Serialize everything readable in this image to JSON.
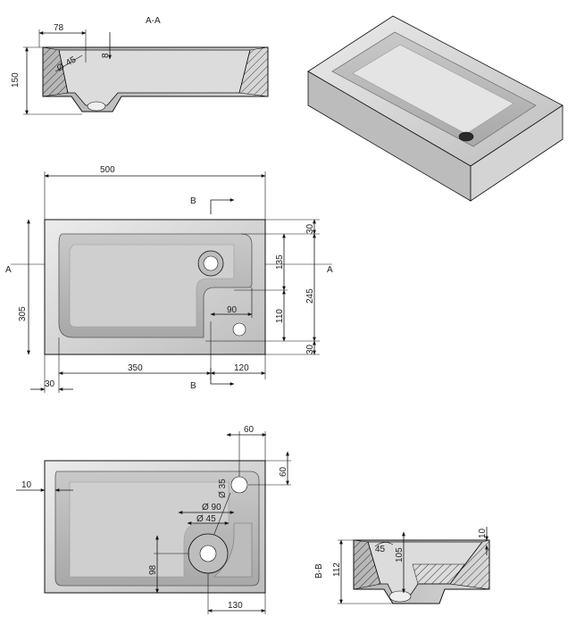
{
  "section_aa": {
    "title": "A-A",
    "dims": {
      "width_78": "78",
      "height_150": "150",
      "small_8": "8",
      "angle": "45",
      "dia_label": "Ø"
    }
  },
  "top_view": {
    "dims": {
      "overall_500": "500",
      "left_305": "305",
      "right_30_top": "30",
      "right_135": "135",
      "right_245": "245",
      "right_110": "110",
      "right_30_bottom": "30",
      "inner_90": "90",
      "bottom_350": "350",
      "bottom_120": "120",
      "bottom_30": "30"
    },
    "section_markers": {
      "a_left": "A",
      "a_right": "A",
      "b_top": "B",
      "b_bottom": "B"
    }
  },
  "bottom_view": {
    "dims": {
      "top_60": "60",
      "right_60": "60",
      "left_10": "10",
      "dia_35": "Ø 35",
      "dia_90": "Ø 90",
      "dia_45": "Ø 45",
      "v_98": "98",
      "bottom_130": "130"
    }
  },
  "section_bb": {
    "title": "B-B",
    "dims": {
      "h_112": "112",
      "h_105": "105",
      "t_10": "10",
      "angle": "45"
    }
  },
  "colors": {
    "line": "#111111",
    "face_light": "#e2e2e2",
    "face_mid": "#c4c4c4",
    "face_dark": "#9a9a9a"
  }
}
